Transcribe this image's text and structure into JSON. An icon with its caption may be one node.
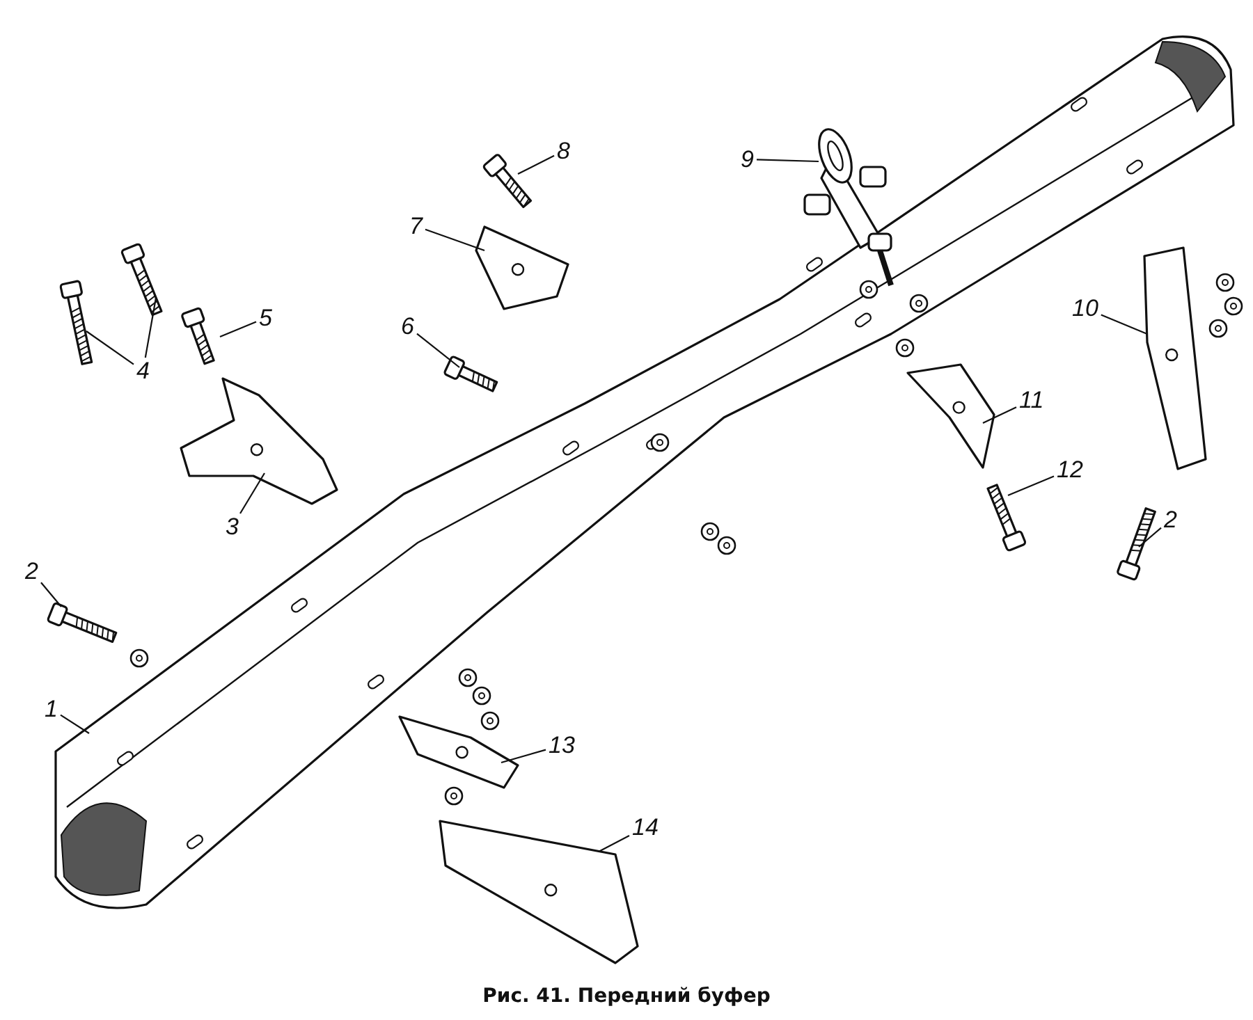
{
  "diagram": {
    "caption": "Рис. 41. Передний буфер",
    "nodes": [
      {
        "text": [
          "8"
        ]
      },
      {
        "text": [],
        "shape": "picture"
      },
      {
        "text": [
          "9"
        ]
      },
      {
        "text": [],
        "shape": "picture"
      },
      {
        "text": [
          "7"
        ]
      },
      {
        "text": [],
        "shape": "picture"
      },
      {
        "text": [
          "10"
        ]
      },
      {
        "text": [],
        "shape": "picture"
      },
      {
        "text": [
          "5"
        ]
      },
      {
        "text": [],
        "shape": "picture"
      },
      {
        "text": [
          "6"
        ]
      },
      {
        "text": [],
        "shape": "picture"
      },
      {
        "text": [
          "4"
        ]
      },
      {
        "text": [],
        "shape": "picture"
      },
      {
        "text": [],
        "shape": "picture"
      },
      {
        "text": [
          "11"
        ]
      },
      {
        "text": [],
        "shape": "picture"
      },
      {
        "text": [
          "12"
        ]
      },
      {
        "text": [],
        "shape": "picture"
      },
      {
        "text": [
          "3"
        ]
      },
      {
        "text": [],
        "shape": "picture"
      },
      {
        "text": [
          "2"
        ]
      },
      {
        "text": [],
        "shape": "picture"
      },
      {
        "text": [
          "2"
        ]
      },
      {
        "text": [],
        "shape": "picture"
      },
      {
        "text": [
          "1"
        ]
      },
      {
        "text": [],
        "shape": "picture"
      },
      {
        "text": [
          "13"
        ]
      },
      {
        "text": [],
        "shape": "picture"
      },
      {
        "text": [
          "14"
        ]
      },
      {
        "text": [],
        "shape": "picture"
      }
    ],
    "edges": [
      {
        "from": 0,
        "to": 1,
        "arrow": "none"
      },
      {
        "from": 2,
        "to": 3,
        "arrow": "none"
      },
      {
        "from": 4,
        "to": 5,
        "arrow": "none"
      },
      {
        "from": 6,
        "to": 7,
        "arrow": "none"
      },
      {
        "from": 8,
        "to": 9,
        "arrow": "none"
      },
      {
        "from": 10,
        "to": 11,
        "arrow": "none"
      },
      {
        "from": 12,
        "to": 13,
        "arrow": "none"
      },
      {
        "from": 12,
        "to": 14,
        "arrow": "none"
      },
      {
        "from": 15,
        "to": 16,
        "arrow": "none"
      },
      {
        "from": 17,
        "to": 18,
        "arrow": "none"
      },
      {
        "from": 19,
        "to": 20,
        "arrow": "none"
      },
      {
        "from": 21,
        "to": 22,
        "arrow": "none"
      },
      {
        "from": 23,
        "to": 24,
        "arrow": "none"
      },
      {
        "from": 25,
        "to": 26,
        "arrow": "none"
      },
      {
        "from": 27,
        "to": 28,
        "arrow": "none"
      },
      {
        "from": 29,
        "to": 30,
        "arrow": "none"
      }
    ]
  }
}
